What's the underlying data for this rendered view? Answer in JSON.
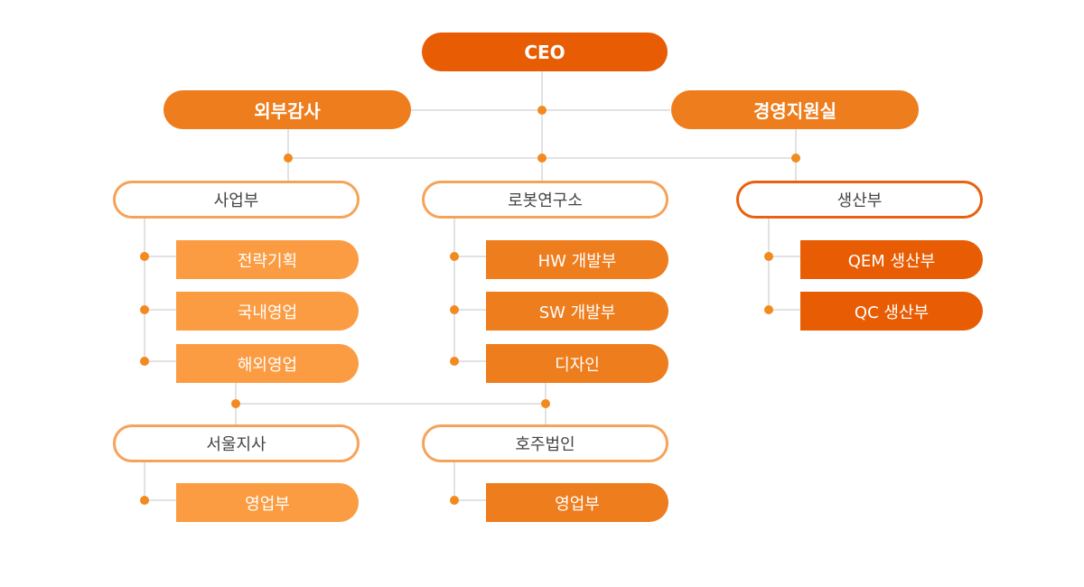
{
  "top": {
    "label": "CEO"
  },
  "support": [
    {
      "label": "외부감사"
    },
    {
      "label": "경영지원실"
    }
  ],
  "divisions": [
    {
      "label": "사업부",
      "items": [
        "전략기획",
        "국내영업",
        "해외영업"
      ]
    },
    {
      "label": "로봇연구소",
      "items": [
        "HW 개발부",
        "SW 개발부",
        "디자인"
      ]
    },
    {
      "label": "생산부",
      "items": [
        "QEM 생산부",
        "QC 생산부"
      ]
    }
  ],
  "branches": [
    {
      "label": "서울지사",
      "items": [
        "영업부"
      ]
    },
    {
      "label": "호주법인",
      "items": [
        "영업부"
      ]
    }
  ],
  "colors": {
    "ceo": "#e85d04",
    "support": "#ee7d1e",
    "tab_light": "#fb9c43",
    "tab_mid": "#ee7d1e",
    "tab_dark": "#e85d04",
    "connector": "#d9d9d9",
    "dot": "#f28a1e"
  }
}
